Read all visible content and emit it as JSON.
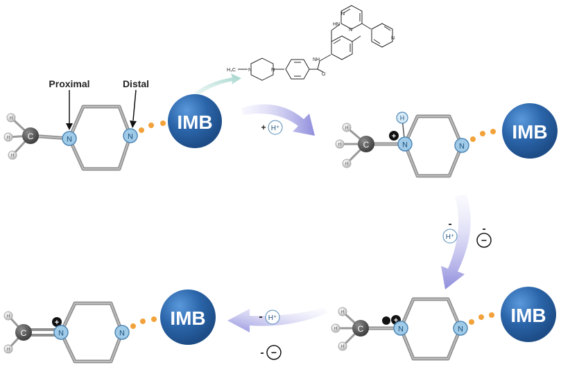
{
  "labels": {
    "proximal": "Proximal",
    "distal": "Distal",
    "imb": "IMB",
    "n": "N",
    "c": "C",
    "h": "H",
    "h_plus": "H⁺",
    "plus_sign": "+",
    "minus_sign": "-",
    "electron_minus": "−",
    "charge_plus": "+"
  },
  "structure_labels": {
    "nh": "NH",
    "n": "N",
    "hn": "HN",
    "o": "O",
    "h3c": "H₃C"
  },
  "colors": {
    "imb_ball": "#2a64a8",
    "imb_ball_light": "#4a8ad0",
    "nitrogen": "#9fcbe8",
    "nitrogen_stroke": "#4f87b5",
    "carbon": "#5a5a5a",
    "hydrogen": "#d8d8d8",
    "bond": "#8e8e8e",
    "dot": "#f2a23a",
    "arrow": "#9a97e0",
    "arrow_teal": "#a6d8cf"
  }
}
